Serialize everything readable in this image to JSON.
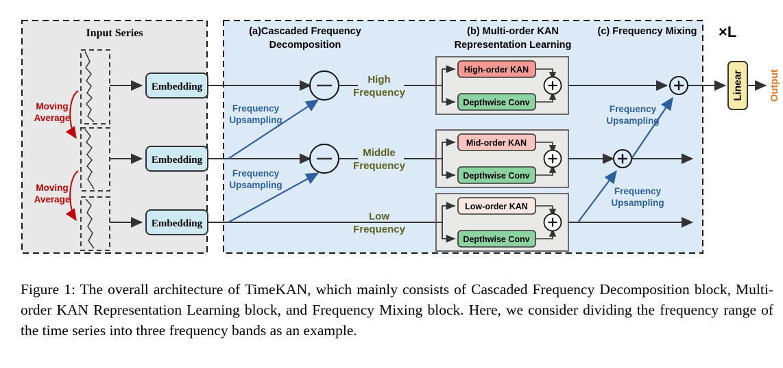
{
  "figure": {
    "panels": {
      "input_panel_title": "Input Series",
      "block_a_title_line1": "(a)Cascaded Frequency",
      "block_a_title_line2": "Decomposition",
      "block_b_title_line1": "(b) Multi-order KAN",
      "block_b_title_line2": "Representation Learning",
      "block_c_title": "(c) Frequency Mixing",
      "repeat_label": "×L"
    },
    "moving_average_labels": [
      "Moving\nAverage",
      "Moving\nAverage"
    ],
    "moving_average_label_lines": [
      [
        "Moving",
        "Average"
      ],
      [
        "Moving",
        "Average"
      ]
    ],
    "embedding_label": "Embedding",
    "embedding_blocks": [
      "Embedding",
      "Embedding",
      "Embedding"
    ],
    "frequency_labels": [
      {
        "line1": "High",
        "line2": "Frequency"
      },
      {
        "line1": "Middle",
        "line2": "Frequency"
      },
      {
        "line1": "Low",
        "line2": "Frequency"
      }
    ],
    "kan_blocks": [
      {
        "kan": "High-order KAN",
        "conv": "Depthwise  Conv",
        "kan_color": "#f79a94"
      },
      {
        "kan": "Mid-order KAN",
        "conv": "Depthwise  Conv",
        "kan_color": "#f9c4bf"
      },
      {
        "kan": "Low-order KAN",
        "conv": "Depthwise  Conv",
        "kan_color": "#fbe8e2"
      }
    ],
    "upsampling_labels_decomposition": [
      {
        "line1": "Frequency",
        "line2": "Upsampling"
      },
      {
        "line1": "Frequency",
        "line2": "Upsampling"
      }
    ],
    "upsampling_labels_mixing": [
      {
        "line1": "Frequency",
        "line2": "Upsampling"
      },
      {
        "line1": "Frequency",
        "line2": "Upsampling"
      }
    ],
    "linear_label": "Linear",
    "output_label": "Output",
    "operator_symbols": {
      "subtract": "−",
      "add": "+"
    },
    "colors": {
      "input_panel_bg": "#e8e8e8",
      "main_panel_bg": "#dce9f7",
      "embedding_fill": "#cdeaf2",
      "conv_fill": "#8bd4a2",
      "linear_fill": "#f7eaaa",
      "kan_group_fill": "#e9e9e7",
      "moving_average_text": "#c00000",
      "frequency_label_text": "#5d6220",
      "upsampling_text": "#2e5f9e",
      "arrow_blue": "#2b5fa0",
      "output_text": "#e87722",
      "line_dark": "#333333"
    }
  },
  "caption": {
    "label": "Figure 1:",
    "text": "The overall architecture of TimeKAN, which mainly consists of Cascaded Frequency Decomposition block, Multi-order KAN Representation Learning block, and Frequency Mixing block. Here, we consider dividing the frequency range of the time series into three frequency bands as an example."
  }
}
